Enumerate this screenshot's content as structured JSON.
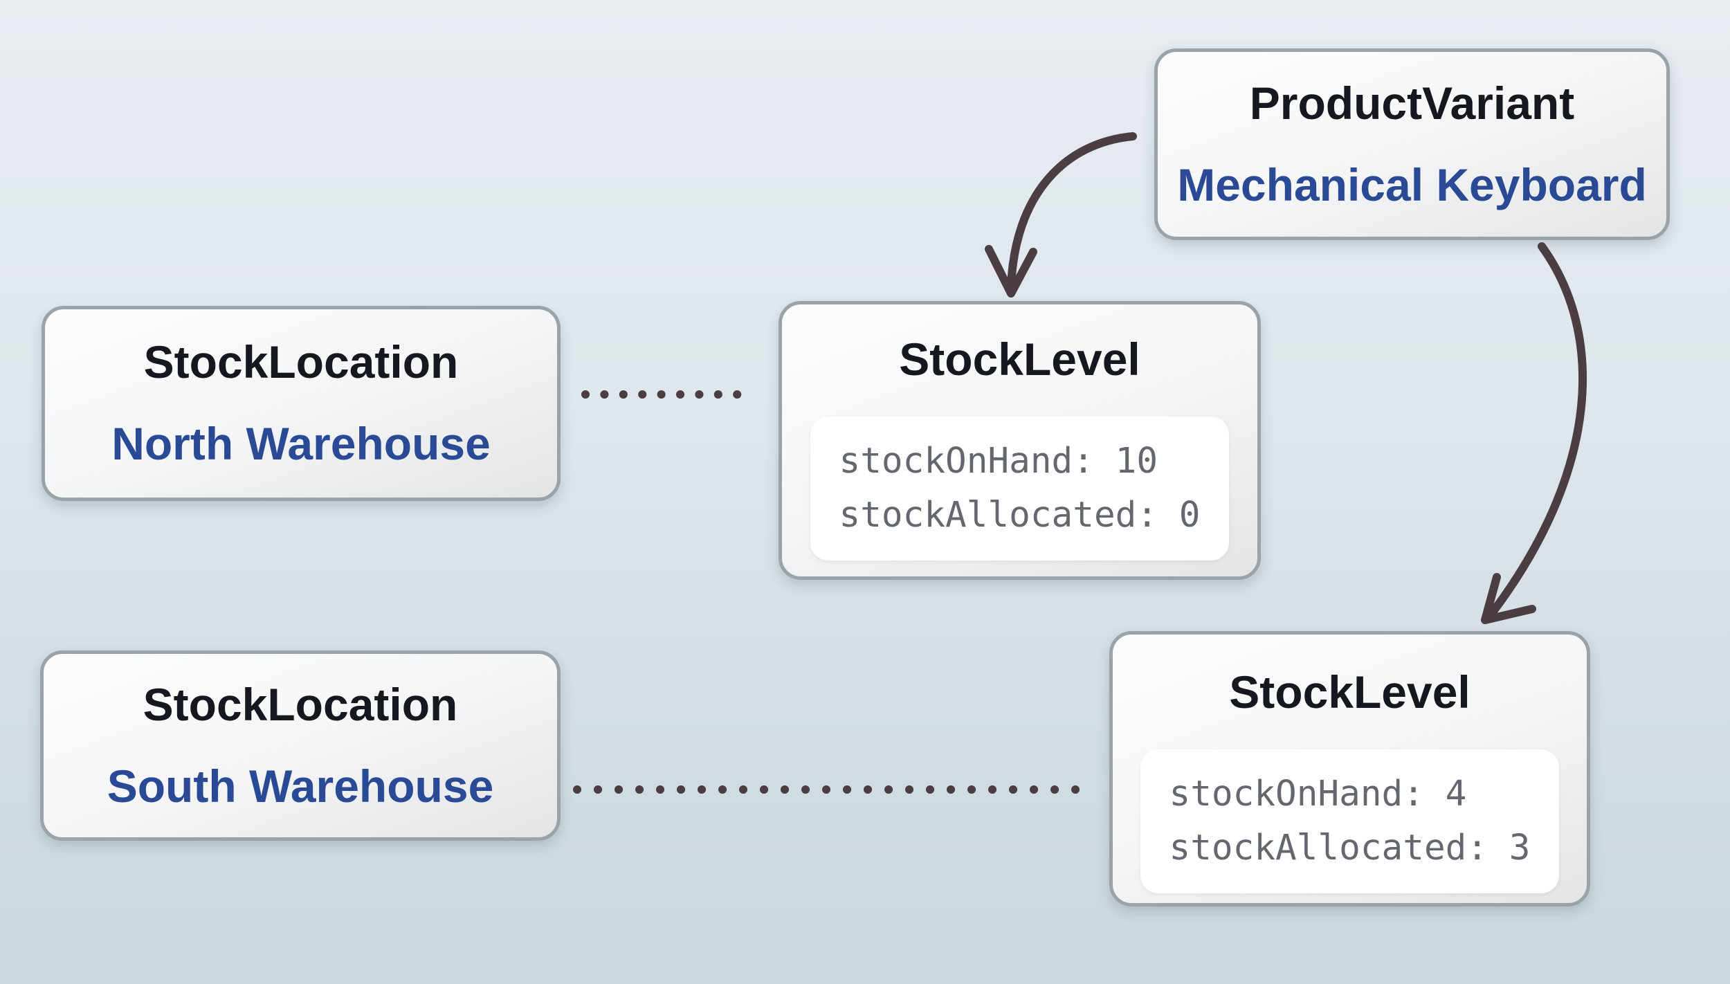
{
  "diagram": {
    "nodes": {
      "product_variant": {
        "type_label": "ProductVariant",
        "instance_label": "Mechanical Keyboard"
      },
      "stock_location_north": {
        "type_label": "StockLocation",
        "instance_label": "North Warehouse"
      },
      "stock_location_south": {
        "type_label": "StockLocation",
        "instance_label": "South Warehouse"
      },
      "stock_level_north": {
        "type_label": "StockLevel",
        "fields": [
          "stockOnHand: 10",
          "stockAllocated: 0"
        ]
      },
      "stock_level_south": {
        "type_label": "StockLevel",
        "fields": [
          "stockOnHand: 4",
          "stockAllocated: 3"
        ]
      }
    },
    "connections": [
      {
        "from": "ProductVariant",
        "to": "StockLevel (North)",
        "style": "curved-arrow"
      },
      {
        "from": "ProductVariant",
        "to": "StockLevel (South)",
        "style": "curved-arrow"
      },
      {
        "from": "StockLocation North Warehouse",
        "to": "StockLevel (North)",
        "style": "dotted-line"
      },
      {
        "from": "StockLocation South Warehouse",
        "to": "StockLevel (South)",
        "style": "dotted-line"
      }
    ],
    "colors": {
      "background_top": "#e7ecf1",
      "background_bottom": "#ccd7de",
      "box_border": "#99a3a8",
      "box_fill_top": "#fdfdfe",
      "box_fill_bottom": "#e2e4e5",
      "title_text": "#15181f",
      "instance_text": "#2a4a96",
      "code_text": "#64686e",
      "code_panel_fill": "#ffffff",
      "connector": "#4a3e42"
    }
  }
}
